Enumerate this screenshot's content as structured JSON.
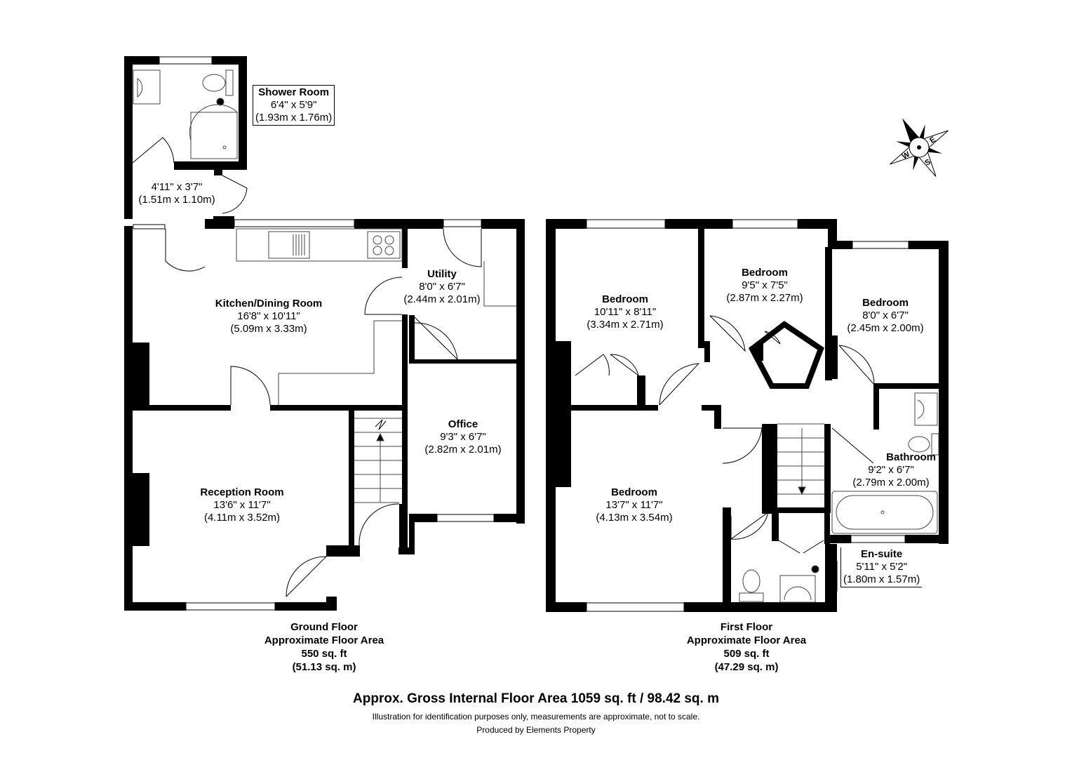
{
  "colors": {
    "wall": "#000000",
    "fixture_line": "#444444",
    "background": "#ffffff"
  },
  "compass": {
    "icon": "compass-rose-icon",
    "letters": {
      "north": "N",
      "east": "E",
      "south": "S",
      "west": "W"
    }
  },
  "ground_floor": {
    "rooms": {
      "shower_room": {
        "name": "Shower Room",
        "imperial": "6'4\" x 5'9\"",
        "metric": "(1.93m x 1.76m)"
      },
      "lobby": {
        "imperial": "4'11\" x 3'7\"",
        "metric": "(1.51m x 1.10m)"
      },
      "kitchen_dining": {
        "name": "Kitchen/Dining Room",
        "imperial": "16'8\" x 10'11\"",
        "metric": "(5.09m x 3.33m)"
      },
      "utility": {
        "name": "Utility",
        "imperial": "8'0\" x 6'7\"",
        "metric": "(2.44m x 2.01m)"
      },
      "office": {
        "name": "Office",
        "imperial": "9'3\" x 6'7\"",
        "metric": "(2.82m x 2.01m)"
      },
      "reception": {
        "name": "Reception Room",
        "imperial": "13'6\" x 11'7\"",
        "metric": "(4.11m x 3.52m)"
      }
    },
    "summary": {
      "line1": "Ground Floor",
      "line2": "Approximate Floor Area",
      "line3": "550 sq. ft",
      "line4": "(51.13 sq. m)"
    }
  },
  "first_floor": {
    "rooms": {
      "bedroom_1": {
        "name": "Bedroom",
        "imperial": "10'11\" x 8'11\"",
        "metric": "(3.34m x 2.71m)"
      },
      "bedroom_2": {
        "name": "Bedroom",
        "imperial": "9'5\" x 7'5\"",
        "metric": "(2.87m x 2.27m)"
      },
      "bedroom_3": {
        "name": "Bedroom",
        "imperial": "8'0\" x 6'7\"",
        "metric": "(2.45m x 2.00m)"
      },
      "bathroom": {
        "name": "Bathroom",
        "imperial": "9'2\" x 6'7\"",
        "metric": "(2.79m x 2.00m)"
      },
      "bedroom_main": {
        "name": "Bedroom",
        "imperial": "13'7\" x 11'7\"",
        "metric": "(4.13m x 3.54m)"
      },
      "ensuite": {
        "name": "En-suite",
        "imperial": "5'11\" x 5'2\"",
        "metric": "(1.80m x 1.57m)"
      }
    },
    "summary": {
      "line1": "First Floor",
      "line2": "Approximate Floor Area",
      "line3": "509 sq. ft",
      "line4": "(47.29 sq. m)"
    }
  },
  "footer": {
    "gross_area": "Approx. Gross Internal Floor Area 1059 sq. ft / 98.42 sq. m",
    "disclaimer": "Illustration for identification purposes only, measurements are approximate, not to scale.",
    "producer": "Produced by Elements Property"
  }
}
